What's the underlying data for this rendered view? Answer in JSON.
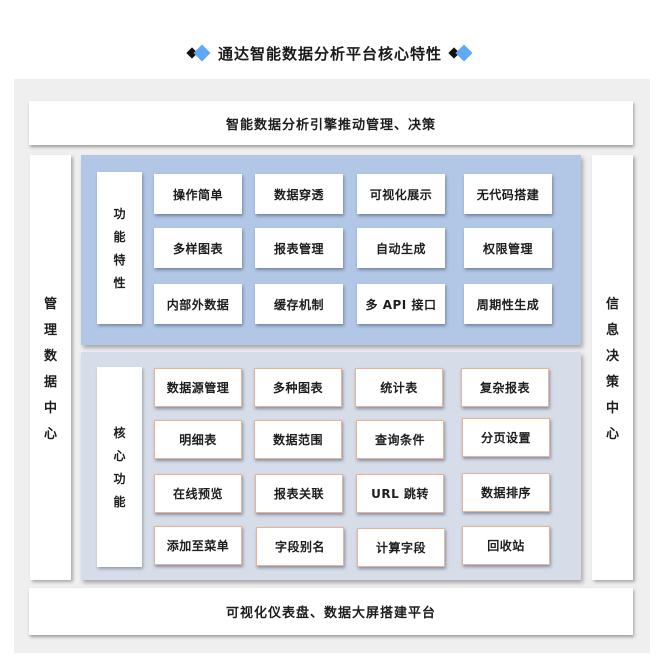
{
  "title": {
    "text": "通达智能数据分析平台核心特性",
    "icon": "diamond-pair-icon",
    "colors": {
      "dark": "#111111",
      "accent": "#5fa8f5"
    }
  },
  "top_banner": "智能数据分析引擎推动管理、决策",
  "bottom_banner": "可视化仪表盘、数据大屏搭建平台",
  "left_side": {
    "chars": [
      "管",
      "理",
      "数",
      "据",
      "中",
      "心"
    ],
    "label": "管理数据中心"
  },
  "right_side": {
    "chars": [
      "信",
      "息",
      "决",
      "策",
      "中",
      "心"
    ],
    "label": "信息决策中心"
  },
  "features": {
    "label": "功能特性",
    "label_chars": [
      "功",
      "能",
      "特",
      "性"
    ],
    "color": "#b2c6e6",
    "rows": [
      [
        "操作简单",
        "数据穿透",
        "可视化展示",
        "无代码搭建"
      ],
      [
        "多样图表",
        "报表管理",
        "自动生成",
        "权限管理"
      ],
      [
        "内部外数据",
        "缓存机制",
        "多 API 接口",
        "周期性生成"
      ]
    ]
  },
  "core": {
    "label": "核心功能",
    "label_chars": [
      "核",
      "心",
      "功",
      "能"
    ],
    "color": "#d6dde9",
    "border_color": "#e8b495",
    "rows": [
      [
        "数据源管理",
        "多种图表",
        "统计表",
        "复杂报表"
      ],
      [
        "明细表",
        "数据范围",
        "查询条件",
        "分页设置"
      ],
      [
        "在线预览",
        "报表关联",
        "URL 跳转",
        "数据排序"
      ],
      [
        "添加至菜单",
        "字段别名",
        "计算字段",
        "回收站"
      ]
    ]
  }
}
